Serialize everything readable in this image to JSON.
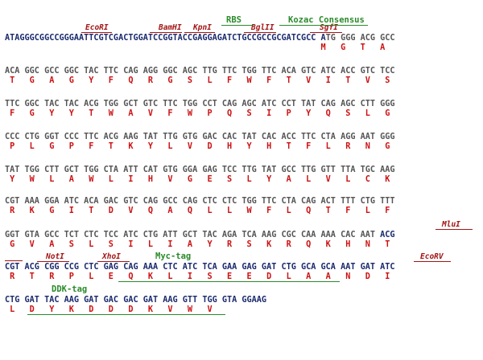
{
  "colors": {
    "dna_vector": "#1a2a6c",
    "dna_insert": "#555555",
    "amino_acid": "#cc1111",
    "restriction_site": "#a31515",
    "feature": "#2a8a2a"
  },
  "restriction_sites": {
    "ecori": "EcoRI",
    "bamhi": "BamHI",
    "kpni": "KpnI",
    "bglii": "BglII",
    "sgfi": "SgfI",
    "mlui": "MluI",
    "noti": "NotI",
    "xhoi": "XhoI",
    "ecorv": "EcoRV"
  },
  "features": {
    "rbs": "RBS",
    "kozac": "Kozac Consensus",
    "myc_tag": "Myc-tag",
    "ddk_tag": "DDK-tag"
  },
  "rows": [
    {
      "dna": "ATAGGGCGGCCGGGAATTCGTCGACTGGATCCGGTACCGAGGAGATCTGCCGCCGCGATCGCC ATG GGG ACG GCC",
      "aa": "                                                                M   G   T   A  "
    },
    {
      "dna": "ACA GGC GCC GGC TAC TTC CAG AGG GGC AGC TTG TTC TGG TTC ACA GTC ATC ACC GTC TCC",
      "aa": " T   G   A   G   Y   F   Q   R   G   S   L   F   W   F   T   V   I   T   V   S "
    },
    {
      "dna": "TTC GGC TAC TAC ACG TGG GCT GTC TTC TGG CCT CAG AGC ATC CCT TAT CAG AGC CTT GGG",
      "aa": " F   G   Y   Y   T   W   A   V   F   W   P   Q   S   I   P   Y   Q   S   L   G "
    },
    {
      "dna": "CCC CTG GGT CCC TTC ACG AAG TAT TTG GTG GAC CAC TAT CAC ACC TTC CTA AGG AAT GGG",
      "aa": " P   L   G   P   F   T   K   Y   L   V   D   H   Y   H   T   F   L   R   N   G "
    },
    {
      "dna": "TAT TGG CTT GCT TGG CTA ATT CAT GTG GGA GAG TCC TTG TAT GCC TTG GTT TTA TGC AAG",
      "aa": " Y   W   L   A   W   L   I   H   V   G   E   S   L   Y   A   L   V   L   C   K "
    },
    {
      "dna": "CGT AAA GGA ATC ACA GAC GTC CAG GCC CAG CTC CTC TGG TTC CTA CAG ACT TTT CTG TTT",
      "aa": " R   K   G   I   T   D   V   Q   A   Q   L   L   W   F   L   Q   T   F   L   F "
    },
    {
      "dna": "GGT GTA GCC TCT CTC TCC ATC CTG ATT GCT TAC AGA TCA AAG CGC CAA AAA CAC AAT ACG",
      "aa": " G   V   A   S   L   S   I   L   I   A   Y   R   S   K   R   Q   K   H   N   T "
    },
    {
      "dna": "CGT ACG CGG CCG CTC GAG CAG AAA CTC ATC TCA GAA GAG GAT CTG GCA GCA AAT GAT ATC",
      "aa": " R   T   R   P   L   E   Q   K   L   I   S   E   E   D   L   A   A   N   D   I "
    },
    {
      "dna": "CTG GAT TAC AAG GAT GAC GAC GAT AAG GTT TGG GTA GGAAG",
      "aa": " L   D   Y   K   D   D   D   K   V   W   V         "
    }
  ]
}
